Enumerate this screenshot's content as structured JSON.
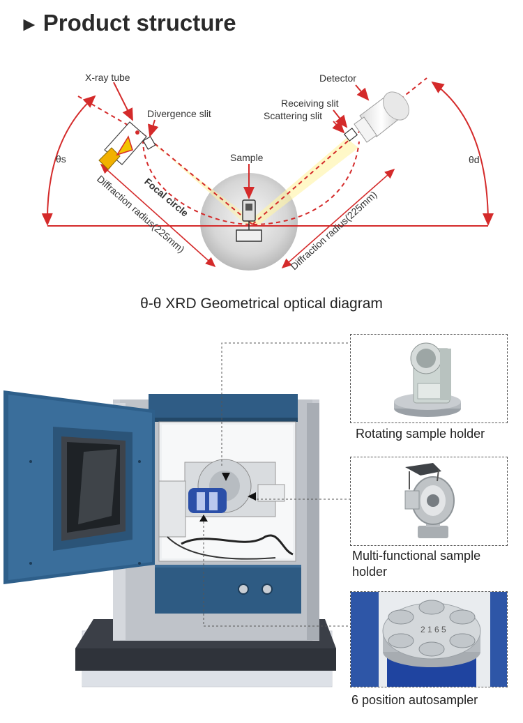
{
  "header": {
    "title": "Product structure"
  },
  "diagram": {
    "caption": "θ-θ XRD Geometrical optical diagram",
    "labels": {
      "xray_tube": "X-ray tube",
      "divergence_slit": "Divergence slit",
      "detector": "Detector",
      "receiving_slit": "Receiving slit",
      "scattering_slit": "Scattering slit",
      "sample": "Sample",
      "theta_s": "θs",
      "theta_d": "θd",
      "focal_circle": "Focal circle",
      "diffraction_radius_left": "Diffraction radius(225mm)",
      "diffraction_radius_right": "Diffraction radius(225mm)"
    }
  },
  "accessories": [
    {
      "caption": "Rotating sample holder"
    },
    {
      "caption": "Multi-functional sample holder"
    },
    {
      "caption": "6 position autosampler"
    }
  ],
  "autosampler_marks": "2 1 6 5"
}
